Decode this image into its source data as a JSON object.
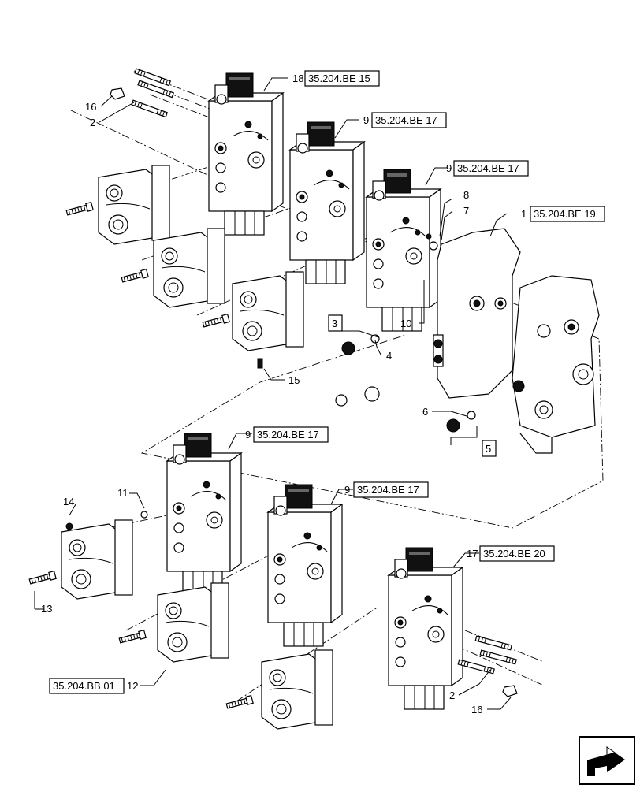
{
  "callouts": {
    "c16a": "16",
    "c2a": "2",
    "c18": "18",
    "c9a": "9",
    "c9b": "9",
    "c8": "8",
    "c7": "7",
    "c1": "1",
    "c10": "10",
    "c4": "4",
    "c15": "15",
    "c6": "6",
    "c9c": "9",
    "c11": "11",
    "c14": "14",
    "c9d": "9",
    "c17": "17",
    "c13": "13",
    "c12": "12",
    "c2b": "2",
    "c16b": "16"
  },
  "references": {
    "r18": "35.204.BE 15",
    "r9a": "35.204.BE 17",
    "r9b": "35.204.BE 17",
    "r1": "35.204.BE 19",
    "r9c": "35.204.BE 17",
    "r9d": "35.204.BE 17",
    "r17": "35.204.BE 20",
    "r12": "35.204.BB 01"
  },
  "boxed_items": {
    "b3": "3",
    "b5": "5"
  },
  "nav_icon": "next-page-arrow-icon"
}
